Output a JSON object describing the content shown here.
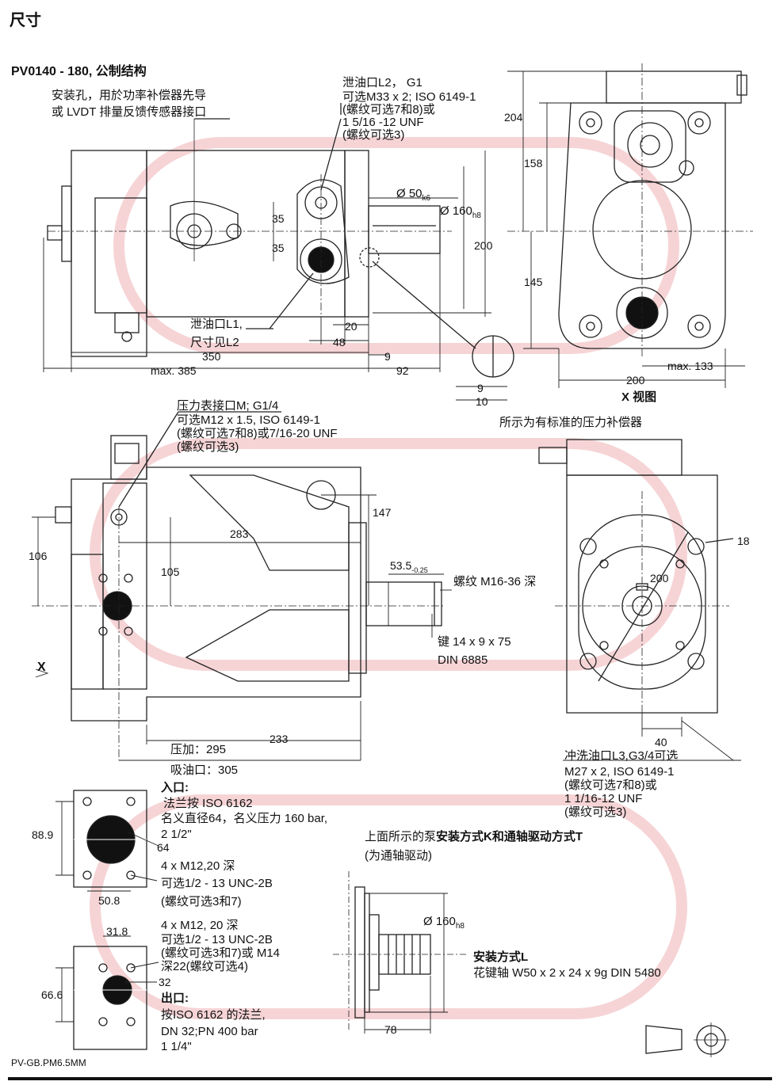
{
  "page": {
    "title": "尺寸",
    "doc_code": "PV-GB.PM6.5MM"
  },
  "view1": {
    "heading": "PV0140  - 180, 公制结构",
    "mount_hole_note": [
      "安装孔，用於功率补偿器先导",
      "或 LVDT 排量反馈传感器接口"
    ],
    "drain_l2_note": [
      "泄油口L2，  G1",
      "可选M33 x 2; ISO 6149-1",
      "(螺纹可选7和8)或",
      "1 5/16 -12 UNF",
      "(螺纹可选3)"
    ],
    "drain_l1_note": [
      "泄油口L1,",
      "尺寸见L2"
    ],
    "shaft_dia": "Ø 50",
    "shaft_dia_tol": "k6",
    "pilot_dia": "Ø 160",
    "pilot_dia_tol": "h8",
    "dims": {
      "d35a": "35",
      "d35b": "35",
      "d200": "200",
      "d20": "20",
      "d48": "48",
      "d9": "9",
      "d350": "350",
      "d385": "max. 385",
      "d92": "92",
      "dd9": "9",
      "dd10": "10"
    }
  },
  "xview": {
    "label": "X 视图",
    "dims": {
      "d204": "204",
      "d158": "158",
      "d145": "145",
      "d200": "200",
      "d133": "max. 133"
    }
  },
  "view2": {
    "gauge_note": [
      "压力表接口M; G1/4",
      "可选M12 x 1.5, ISO 6149-1",
      "(螺纹可选7和8)或7/16-20 UNF",
      "(螺纹可选3)"
    ],
    "thread_note": "螺纹 M16-36 深",
    "key_note": [
      "键 14 x 9 x 75",
      "DIN 6885"
    ],
    "key_dim": "53.5",
    "key_tol": "-0.25",
    "x_arrow_label": "X",
    "dims": {
      "d147": "147",
      "d283": "283",
      "d106": "106",
      "d105": "105",
      "d233": "233",
      "d295": "压加：295",
      "d305": "吸油口：305"
    }
  },
  "frontview": {
    "comp_note": "所示为有标准的压力补偿器",
    "dims": {
      "d18": "18",
      "d200": "200",
      "d40": "40"
    },
    "flush_note": [
      "冲洗油口L3,G3/4可选",
      "M27 x 2, ISO 6149-1",
      "(螺纹可选7和8)或",
      "1   1/16-12 UNF",
      "(螺纹可选3)"
    ]
  },
  "inlet": {
    "heading": "入口:",
    "lines": [
      "法兰按 ISO 6162",
      "名义直径64，名义压力 160 bar,",
      "2 1/2\""
    ],
    "dims": {
      "d889": "88.9",
      "d64": "64",
      "d508": "50.8"
    },
    "bolt_note": [
      "4 x M12,20 深",
      "可选1/2 - 13 UNC-2B",
      "(螺纹可选3和7)"
    ]
  },
  "outlet": {
    "bolt_note": [
      "4 x M12, 20 深",
      "可选1/2 - 13 UNC-2B",
      "(螺纹可选3和7)或 M14",
      "深22(螺纹可选4)"
    ],
    "heading": "出口:",
    "lines": [
      "按ISO 6162 的法兰,",
      "DN 32;PN 400 bar",
      "1 1/4\""
    ],
    "dims": {
      "d318": "31.8",
      "d666": "66.6",
      "d32": "32"
    }
  },
  "thru_drive": {
    "note_prefix": "上面所示的泵",
    "note_bold": "安装方式K和通轴驱动方式T",
    "note_line2": "(为通轴驱动)",
    "pilot_dia": "Ø 160",
    "pilot_tol": "h8",
    "mount_title": "安装方式L",
    "mount_desc": "花键轴 W50 x 2 x 24 x 9g DIN 5480",
    "d78": "78"
  }
}
